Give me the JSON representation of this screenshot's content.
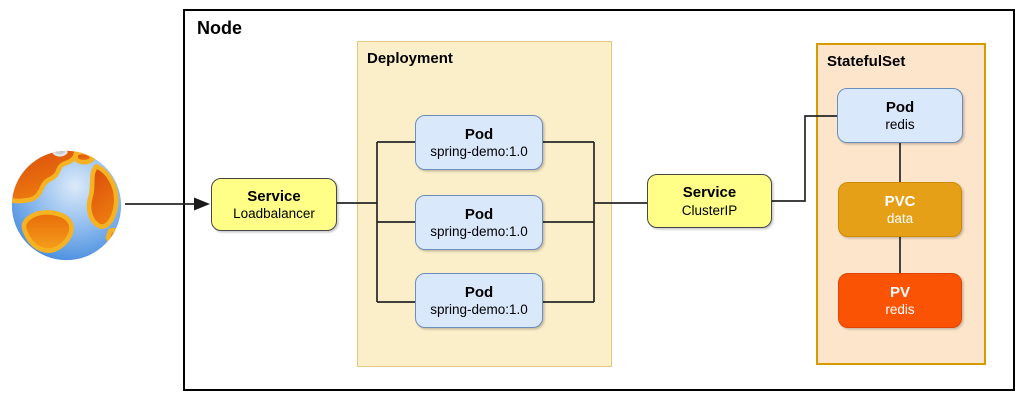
{
  "node": {
    "label": "Node"
  },
  "internet": {
    "icon": "globe-icon"
  },
  "service_loadbalancer": {
    "title": "Service",
    "subtitle": "Loadbalancer"
  },
  "deployment": {
    "label": "Deployment",
    "pods": [
      {
        "title": "Pod",
        "subtitle": "spring-demo:1.0"
      },
      {
        "title": "Pod",
        "subtitle": "spring-demo:1.0"
      },
      {
        "title": "Pod",
        "subtitle": "spring-demo:1.0"
      }
    ]
  },
  "service_clusterip": {
    "title": "Service",
    "subtitle": "ClusterIP"
  },
  "statefulset": {
    "label": "StatefulSet",
    "pod": {
      "title": "Pod",
      "subtitle": "redis"
    },
    "pvc": {
      "title": "PVC",
      "subtitle": "data"
    },
    "pv": {
      "title": "PV",
      "subtitle": "redis"
    }
  },
  "colors": {
    "service_fill": "#FFFF88",
    "service_border": "#474747",
    "pod_fill": "#DAE8FC",
    "pod_border": "#6C8EBF",
    "deployment_fill": "#FBEFC9",
    "deployment_border": "#E6C77C",
    "statefulset_fill": "#FDE5CC",
    "statefulset_border": "#D79B00",
    "pvc_fill": "#E5A017",
    "pv_fill": "#FB5304",
    "connector": "#262626",
    "ocean_blue": "#3A85E8",
    "continent_orange": "#E2590A",
    "continent_gold": "#F5B324"
  }
}
